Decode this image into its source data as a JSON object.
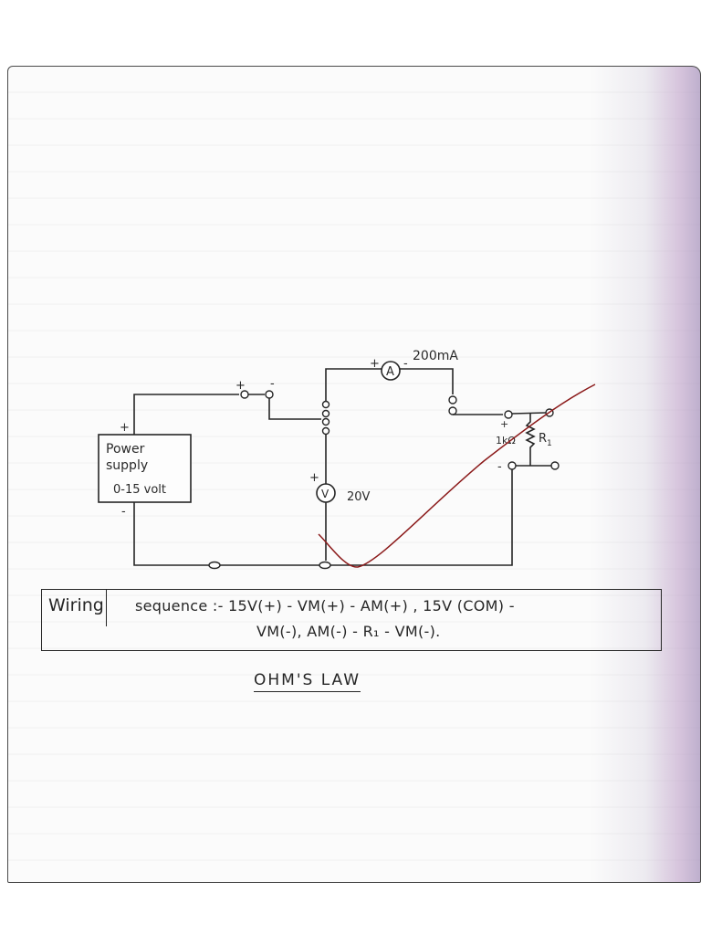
{
  "diagram": {
    "power_supply": {
      "line1": "Power",
      "line2": "supply",
      "line3": "0-15 volt",
      "plus": "+",
      "minus": "-"
    },
    "switch": {
      "plus": "+",
      "minus": "-"
    },
    "ammeter": {
      "symbol": "A",
      "rating": "200mA",
      "plus": "+",
      "minus": "-"
    },
    "voltmeter": {
      "symbol": "V",
      "rating": "20V",
      "plus": "+"
    },
    "resistor": {
      "value": "1kΩ",
      "label": "R",
      "subscript": "1",
      "plus": "+",
      "minus": "-"
    }
  },
  "wiring": {
    "label": "Wiring",
    "line1": "sequence :- 15V(+) - VM(+) - AM(+) , 15V (COM) -",
    "line2": "VM(-), AM(-) - R₁ - VM(-)."
  },
  "title": "OHM'S LAW",
  "colors": {
    "ink": "#262626",
    "pen_red": "#8b1a1a"
  }
}
